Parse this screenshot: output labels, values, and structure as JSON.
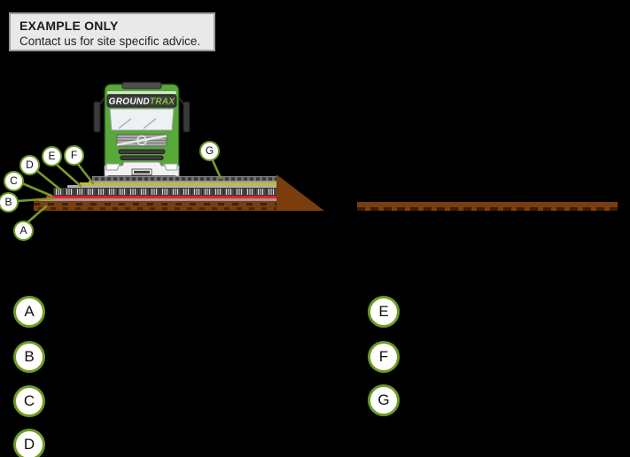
{
  "canvas": {
    "background": "#000000"
  },
  "notice": {
    "title": "EXAMPLE ONLY",
    "subtitle": "Contact us for site specific advice."
  },
  "truck": {
    "brand_ground": "GROUND",
    "brand_trax": "TRAX"
  },
  "callouts": {
    "items": [
      "A",
      "B",
      "C",
      "D",
      "E",
      "F",
      "G"
    ]
  },
  "legend": {
    "left_column": [
      "A",
      "B",
      "C",
      "D"
    ],
    "right_column": [
      "E",
      "F",
      "G"
    ]
  },
  "diagram": {
    "layers_bottom_to_top": [
      "brown-ground-layer",
      "gray-membrane-layer",
      "red-mat-layer",
      "panel-mat-layer",
      "gray-separator-layer",
      "yellow-membrane-layer",
      "top-mat-layer"
    ],
    "right_side": "bare-ground-strip"
  },
  "colors": {
    "background": "#000000",
    "callout_olive": "#6e9b22",
    "truck_green": "#58a83a",
    "brand_trax_green": "#8dc63f",
    "ground_brown": "#7a3d0e",
    "red_layer": "#ee1c23",
    "yellow_layer": "#c7bc28",
    "panel_gray": "#4a4a4a",
    "separator_gray": "#b0b0b0",
    "notice_bg": "#e9e9e9"
  }
}
